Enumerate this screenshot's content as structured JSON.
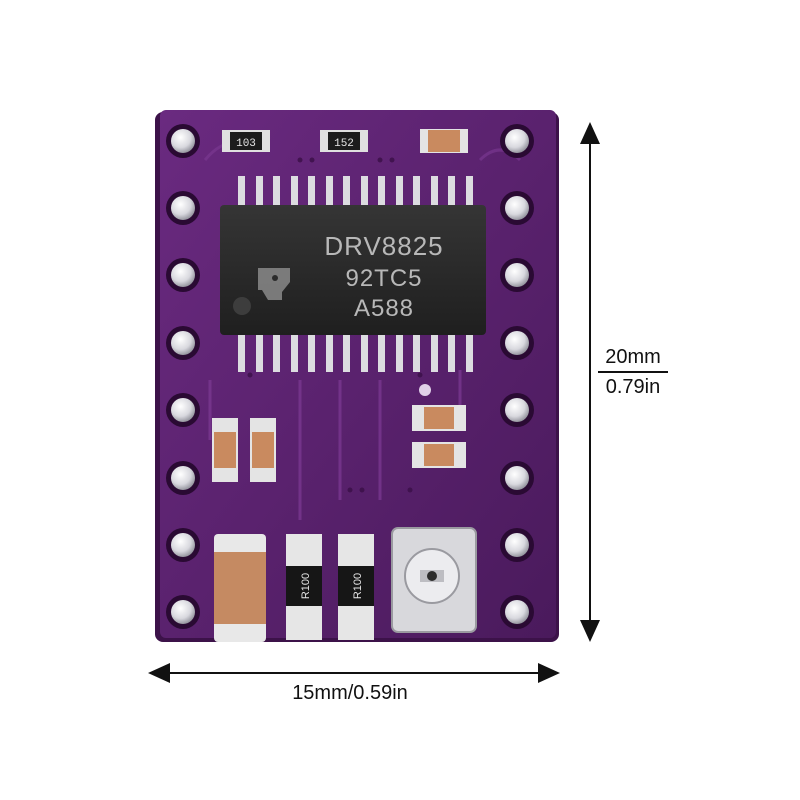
{
  "board": {
    "chip_label_line1": "DRV8825",
    "chip_label_line2": "92TC5",
    "chip_label_line3": "A588",
    "resistor_top_left": "103",
    "resistor_top_mid": "152",
    "sense_resistor_1": "R100",
    "sense_resistor_2": "R100"
  },
  "dimensions": {
    "height_mm": "20mm",
    "height_in": "0.79in",
    "width": "15mm/0.59in"
  },
  "colors": {
    "pcb": "#5b1f6e",
    "chip": "#2b2b2b",
    "pin": "#e8e8ec",
    "capacitor": "#c98a5f"
  }
}
